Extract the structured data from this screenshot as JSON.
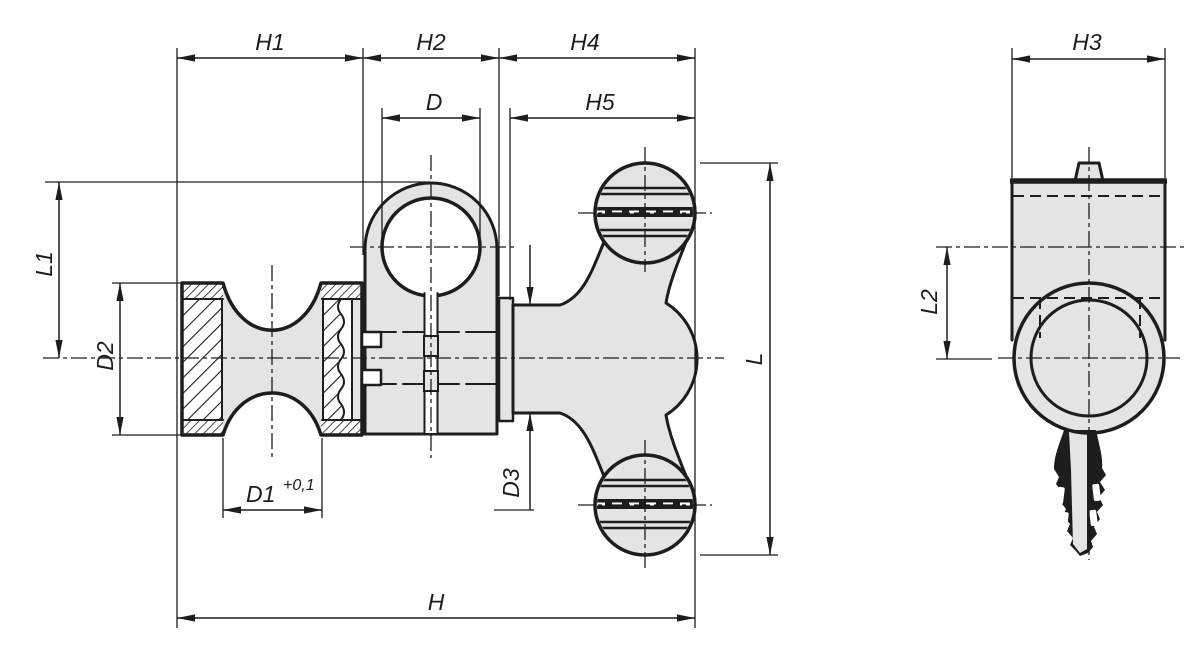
{
  "drawing": {
    "title": "technical-drawing-wing-grip-assembly",
    "labels": {
      "h1": "H1",
      "h2": "H2",
      "h4": "H4",
      "d": "D",
      "h5": "H5",
      "l1": "L1",
      "d2": "D2",
      "d1_base": "D1",
      "d1_tol": "+0,1",
      "d3": "D3",
      "l": "L",
      "h": "H",
      "h3": "H3",
      "l2": "L2"
    },
    "colors": {
      "line": "#1d1d1b",
      "part_fill": "#e4e4e4",
      "background": "#ffffff"
    }
  }
}
